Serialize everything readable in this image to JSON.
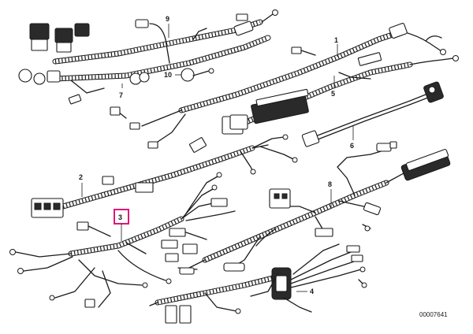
{
  "callouts": {
    "c1": "1",
    "c2": "2",
    "c3": "3",
    "c4": "4",
    "c5": "5",
    "c6": "6",
    "c7": "7",
    "c8": "8",
    "c9": "9",
    "c10": "10"
  },
  "reference_number": "00007641",
  "highlight_color": "#e0177a"
}
